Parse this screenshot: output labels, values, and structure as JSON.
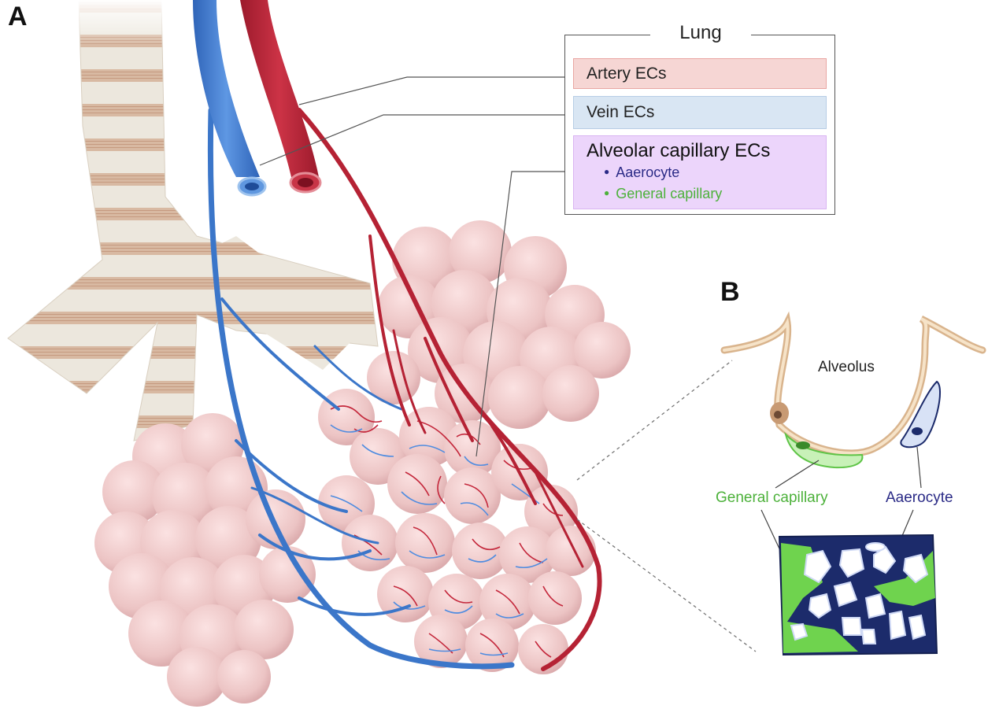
{
  "panels": {
    "a": "A",
    "b": "B"
  },
  "legend": {
    "title": "Lung",
    "artery": "Artery ECs",
    "vein": "Vein ECs",
    "alveolar": "Alveolar capillary ECs",
    "subtypes": [
      "Aaerocyte",
      "General capillary"
    ]
  },
  "panel_b": {
    "alveolus": "Alveolus",
    "general_capillary": "General capillary",
    "aerocyte": "Aaerocyte"
  },
  "colors": {
    "artery": "#b52234",
    "vein": "#3b76c9",
    "alveoli": "#f0cccc",
    "bronchus": "#e9e3d8",
    "aerocyte": "#1c2b6b",
    "general_capillary": "#6fd34e"
  }
}
